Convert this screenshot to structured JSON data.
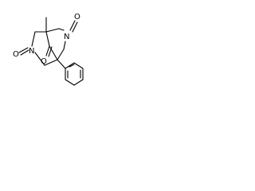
{
  "molecule": {
    "atoms": {
      "n_right": "N",
      "o_right": "O",
      "n_left": "N",
      "o_left": "O",
      "o_ketone": "O"
    }
  }
}
